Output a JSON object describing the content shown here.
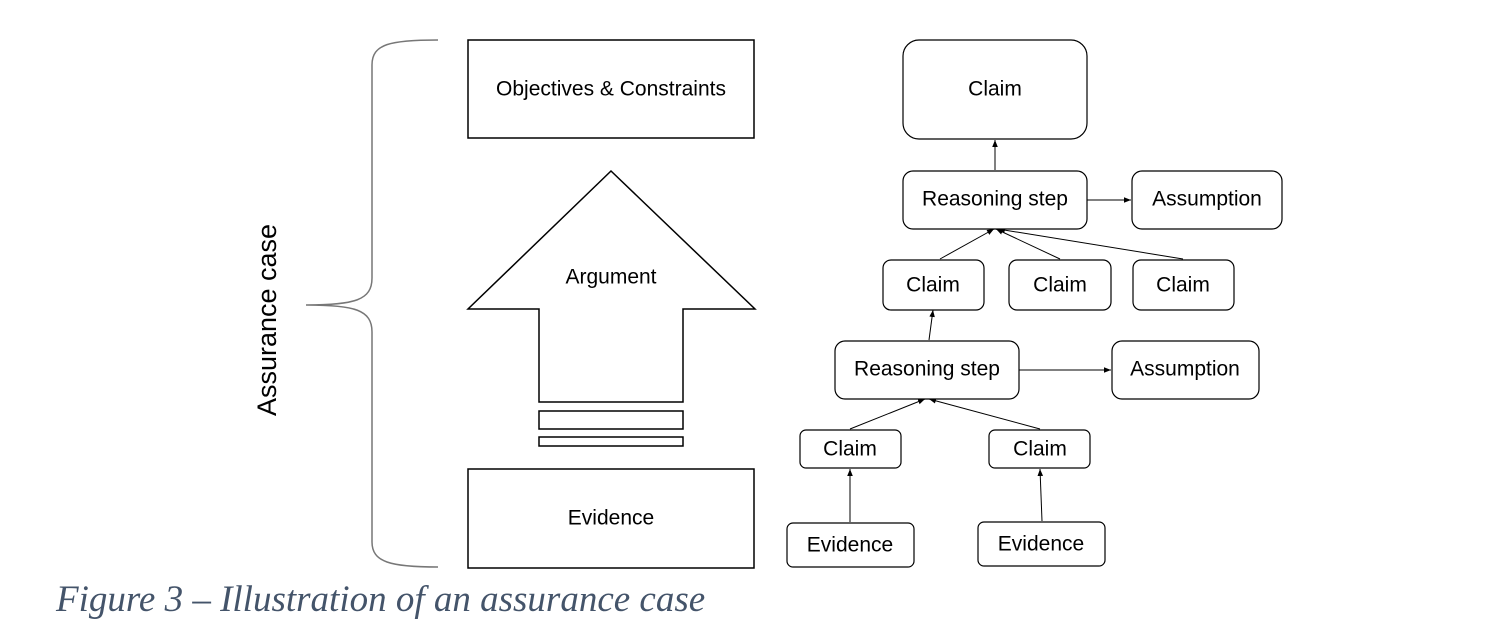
{
  "colors": {
    "caption": "#44546a",
    "stroke": "#000000",
    "background": "#ffffff"
  },
  "left_panel": {
    "brace_label": "Assurance case",
    "top_box": "Objectives & Constraints",
    "arrow_label": "Argument",
    "bottom_box": "Evidence"
  },
  "right_panel": {
    "top_claim": "Claim",
    "reasoning_step_1": "Reasoning step",
    "assumption_1": "Assumption",
    "claims_level_1": [
      "Claim",
      "Claim",
      "Claim"
    ],
    "reasoning_step_2": "Reasoning step",
    "assumption_2": "Assumption",
    "claims_level_2": [
      "Claim",
      "Claim"
    ],
    "evidence": [
      "Evidence",
      "Evidence"
    ]
  },
  "caption": "Figure 3 – Illustration of an assurance case"
}
